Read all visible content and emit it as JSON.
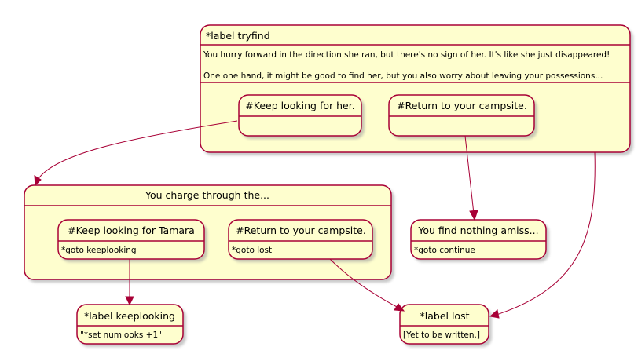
{
  "tryfind": {
    "title": "*label tryfind",
    "line1": "You hurry forward in the direction she ran, but there's no sign of her. It's like she just disappeared!",
    "line2": "One one hand, it might be good to find her, but you also worry about leaving your possessions...",
    "keep_looking": "#Keep looking for her.",
    "return_campsite": "#Return to your campsite."
  },
  "charge": {
    "title": "You charge through the...",
    "keep_tamara": {
      "title": "#Keep looking for Tamara",
      "body": "*goto keeplooking"
    },
    "return_campsite": {
      "title": "#Return to your campsite.",
      "body": "*goto lost"
    }
  },
  "nothing_amiss": {
    "title": "You find nothing amiss...",
    "body": "*goto continue"
  },
  "keeplooking": {
    "title": "*label keeplooking",
    "body": "\"*set numlooks +1\""
  },
  "lost": {
    "title": "*label lost",
    "body": "[Yet to be written.]"
  }
}
